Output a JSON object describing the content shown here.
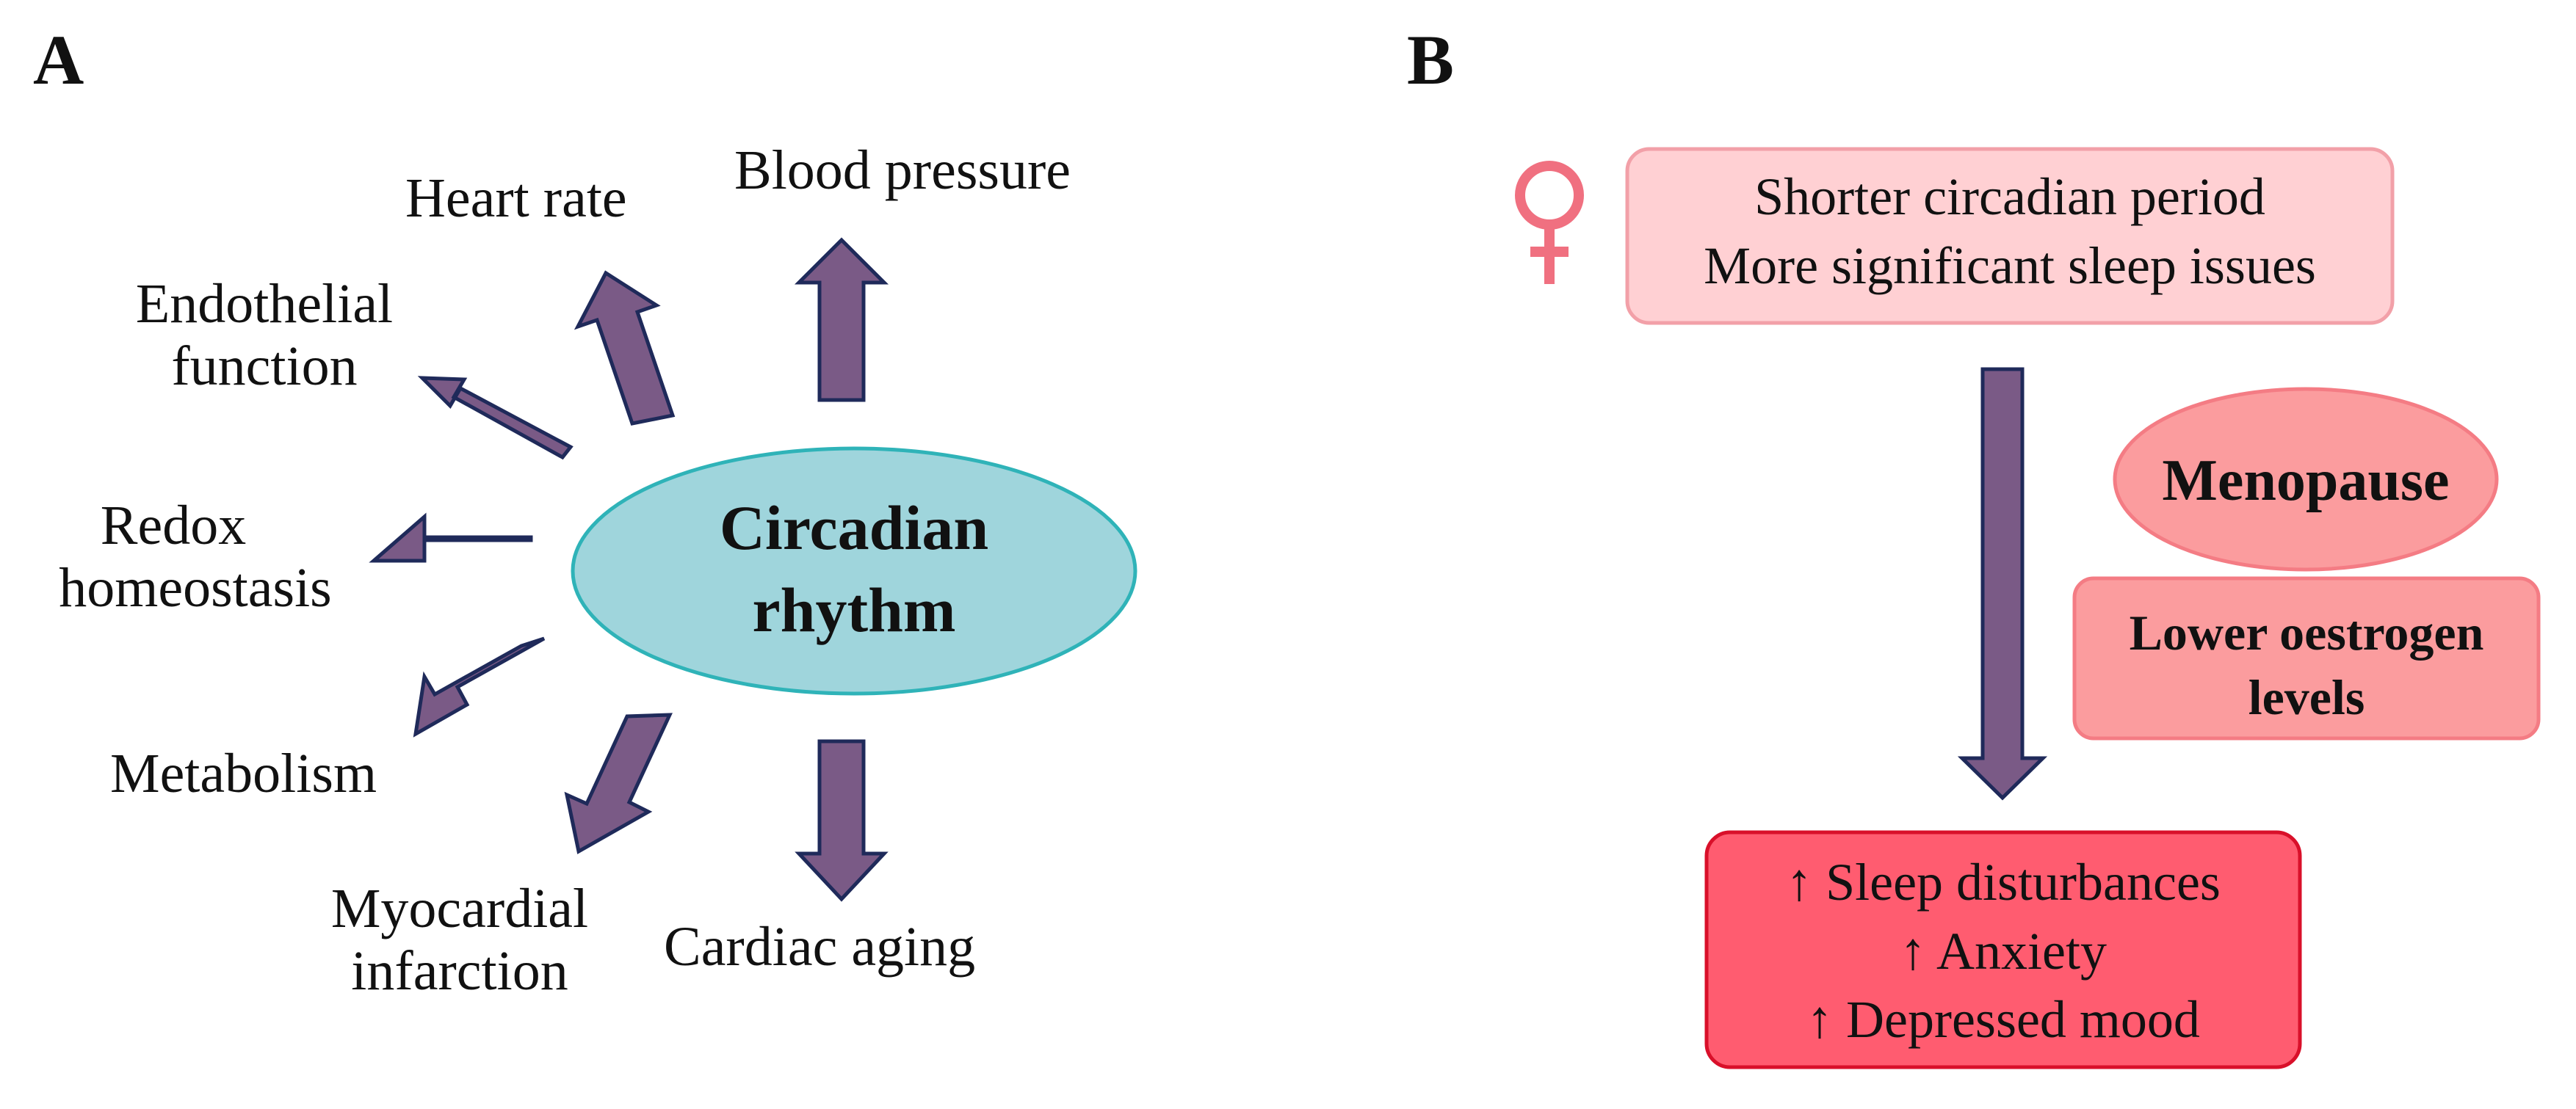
{
  "panel_a": {
    "label": "A",
    "center": [
      "Circadian",
      "rhythm"
    ],
    "outputs": {
      "blood_pressure": "Blood pressure",
      "heart_rate": "Heart rate",
      "endothelial": [
        "Endothelial",
        "function"
      ],
      "redox": [
        "Redox",
        "homeostasis"
      ],
      "metabolism": "Metabolism",
      "myocardial": [
        "Myocardial",
        "infarction"
      ],
      "cardiac_aging": "Cardiac aging"
    }
  },
  "panel_b": {
    "label": "B",
    "female_symbol": "♀",
    "top_box": [
      "Shorter circadian period",
      "More significant sleep issues"
    ],
    "menopause": "Menopause",
    "oestrogen": [
      "Lower oestrogen",
      "levels"
    ],
    "outcome_box": [
      "↑  Sleep disturbances",
      "↑ Anxiety",
      "↑ Depressed mood"
    ]
  },
  "colors": {
    "arrow_fill": "#7a5a86",
    "arrow_stroke": "#1f2a5a",
    "ellipse_fill": "#9fd5dc",
    "ellipse_stroke": "#2fb3b8",
    "top_box_fill": "#ffd0d3",
    "top_box_stroke": "#f2a0a8",
    "menopause_fill": "#fb9c9e",
    "oestrogen_fill": "#fb9c9e",
    "outcome_fill": "#ff5c70",
    "outcome_stroke": "#d9102a",
    "female_symbol": "#f07080"
  }
}
